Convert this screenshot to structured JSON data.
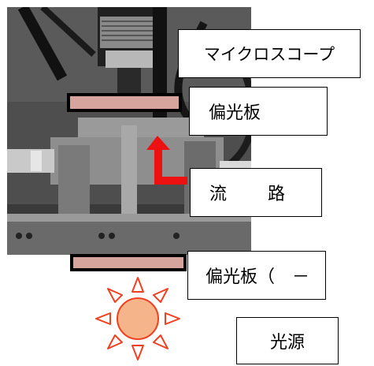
{
  "labels": {
    "microscope": "マイクロスコープ",
    "polarizer_top": "偏光板",
    "flow_path_left": "流",
    "flow_path_right": "路",
    "polarizer_bottom": "偏光板（　－",
    "light_source": "光源"
  },
  "colors": {
    "polarizer_fill": "#d7a39d",
    "arrow": "#ee1111",
    "sun_fill": "#f5b48a",
    "sun_rays": "#ef4020"
  },
  "icons": {
    "arrow": "red-up-arrow",
    "light": "sun-icon"
  }
}
